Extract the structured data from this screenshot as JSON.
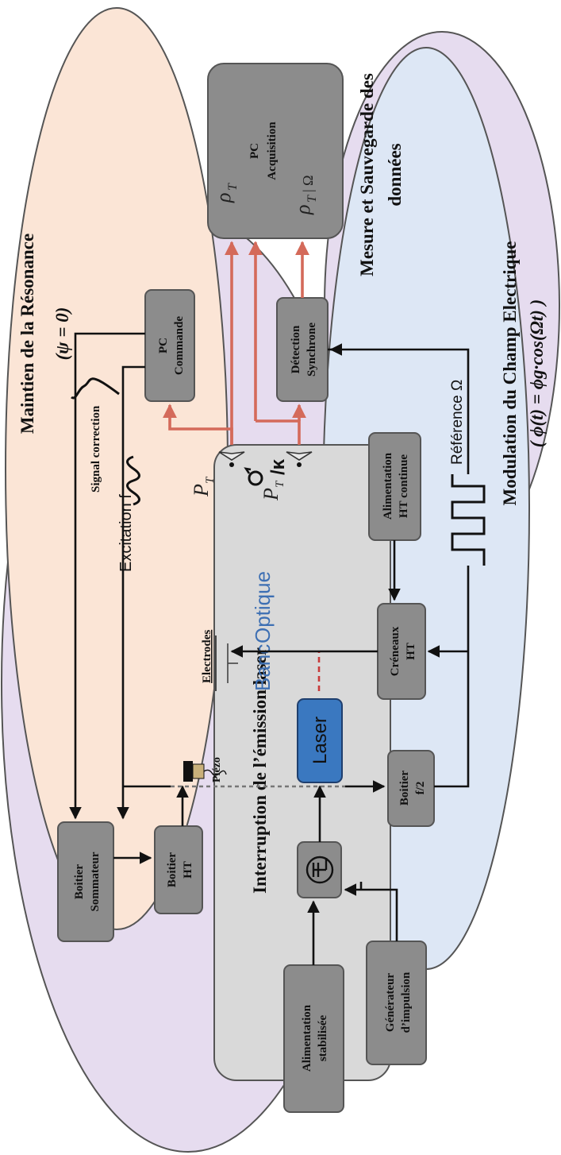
{
  "regions": {
    "resonance_title": "Maintien de la Résonance",
    "resonance_condition": "(ψ = 0)",
    "mesure_title_line1": "Mesure et Sauvegarde des",
    "mesure_title_line2": "données",
    "modulation_title": "Modulation du Champ Electrique",
    "modulation_formula": "( ϕ(t) = ϕg·cos(Ωt) )",
    "interruption_title": "Interruption de l’émission laser"
  },
  "boxes": {
    "pc_commande": [
      "PC",
      "Commande"
    ],
    "boitier_sommateur": [
      "Boitier",
      "Sommateur"
    ],
    "boitier_ht": [
      "Boitier",
      "HT"
    ],
    "pc_acquisition": [
      "PC",
      "Acquisition"
    ],
    "detection_synchrone": [
      "Détection",
      "Synchrone"
    ],
    "alimentation_ht_continue": [
      "Alimentation",
      "HT continue"
    ],
    "creneaux_ht": [
      "Créneaux",
      "HT"
    ],
    "boitier_f2": [
      "Boitier",
      "f/2"
    ],
    "laser": "Laser",
    "alimentation_stabilisee": [
      "Alimentation",
      "stabilisée"
    ],
    "generateur_impulsion": [
      "Générateur",
      "d’impulsion"
    ]
  },
  "labels": {
    "signal_correction": "Signal correction",
    "excitation": "Excitation f",
    "reference": "Référence  Ω",
    "electrodes": "Electrodes",
    "piezo": "Piézo",
    "banc_optique_1": "Banc",
    "banc_optique_2": "Optique",
    "pT_1": "P",
    "pT_2": "P",
    "pT_sub": "T",
    "kappa": "/κ",
    "rho_1": "ρ",
    "rho_2": "ρ",
    "rho_sub": "T",
    "rho_omega": "| Ω"
  },
  "colors": {
    "resonance_bg": "#fbe5d6",
    "mesure_bg": "#e6dcef",
    "modulation_bg": "#dde7f5",
    "interruption_bg": "#e6dcef",
    "optique_bg": "#d9d9d9",
    "box_gray": "#8c8c8c",
    "laser_blue": "#3a78c0",
    "red_signal": "#d46a5a",
    "banc_text": "#3d6fb3"
  }
}
